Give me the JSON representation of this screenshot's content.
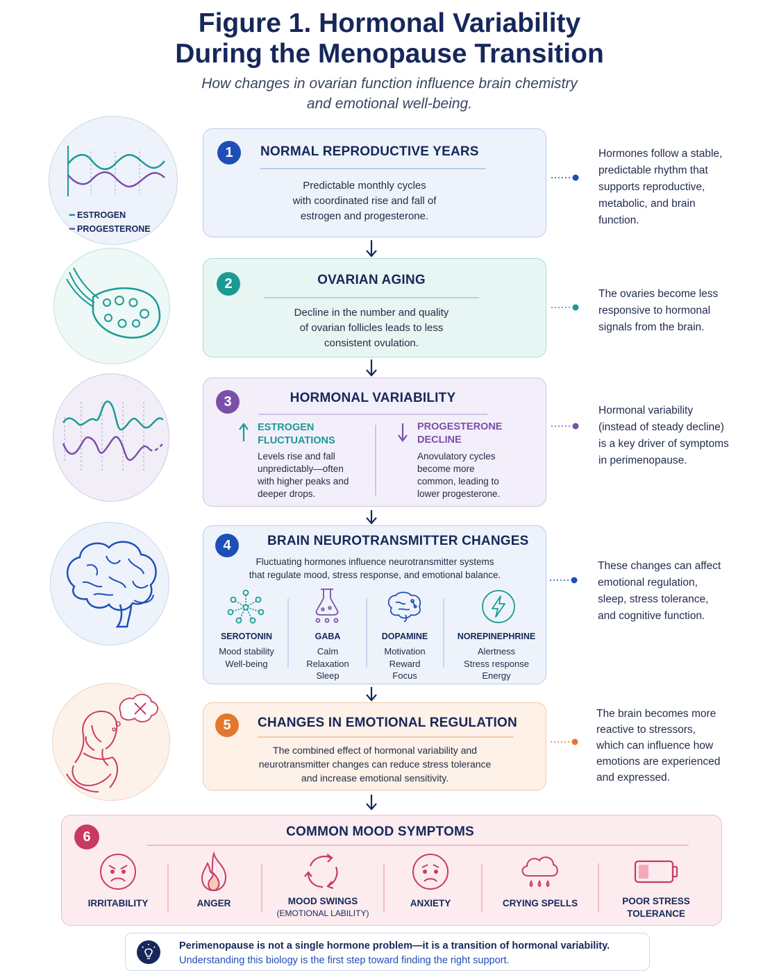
{
  "header": {
    "title_line1": "Figure 1. Hormonal Variability",
    "title_line2": "During the Menopause Transition",
    "subtitle_line1": "How changes in ovarian function influence brain chemistry",
    "subtitle_line2": "and emotional well-being."
  },
  "steps": [
    {
      "number": "1",
      "title": "NORMAL REPRODUCTIVE YEARS",
      "body": [
        "Predictable monthly cycles",
        "with coordinated rise and fall of",
        "estrogen and progesterone."
      ],
      "note": [
        "Hormones follow a stable,",
        "predictable rhythm that",
        "supports reproductive,",
        "metabolic, and brain",
        "function."
      ],
      "legend": [
        "ESTROGEN",
        "PROGESTERONE"
      ],
      "color": "#1e4fb8"
    },
    {
      "number": "2",
      "title": "OVARIAN AGING",
      "body": [
        "Decline in the number and quality",
        "of ovarian follicles leads to less",
        "consistent ovulation."
      ],
      "note": [
        "The ovaries become less",
        "responsive to hormonal",
        "signals from the brain."
      ],
      "color": "#1a9a94"
    },
    {
      "number": "3",
      "title": "HORMONAL VARIABILITY",
      "left_head": [
        "ESTROGEN",
        "FLUCTUATIONS"
      ],
      "left_text": [
        "Levels rise and fall",
        "unpredictably—often",
        "with higher peaks and",
        "deeper drops."
      ],
      "right_head": [
        "PROGESTERONE",
        "DECLINE"
      ],
      "right_text": [
        "Anovulatory cycles",
        "become more",
        "common, leading to",
        "lower progesterone."
      ],
      "note": [
        "Hormonal variability",
        "(instead of steady decline)",
        "is a key driver of symptoms",
        "in perimenopause."
      ],
      "color": "#7b4fa8"
    },
    {
      "number": "4",
      "title": "BRAIN NEUROTRANSMITTER CHANGES",
      "body": [
        "Fluctuating hormones influence neurotransmitter systems",
        "that regulate mood, stress response, and emotional balance."
      ],
      "neurotransmitters": [
        {
          "name": "SEROTONIN",
          "desc": [
            "Mood stability",
            "Well-being"
          ],
          "icon": "molecule-network-icon"
        },
        {
          "name": "GABA",
          "desc": [
            "Calm",
            "Relaxation",
            "Sleep"
          ],
          "icon": "flask-icon"
        },
        {
          "name": "DOPAMINE",
          "desc": [
            "Motivation",
            "Reward",
            "Focus"
          ],
          "icon": "brain-spark-icon"
        },
        {
          "name": "NOREPINEPHRINE",
          "desc": [
            "Alertness",
            "Stress response",
            "Energy"
          ],
          "icon": "lightning-icon"
        }
      ],
      "note": [
        "These changes can affect",
        "emotional regulation,",
        "sleep, stress tolerance,",
        "and cognitive function."
      ],
      "color": "#1e4fb8"
    },
    {
      "number": "5",
      "title": "CHANGES IN EMOTIONAL REGULATION",
      "body": [
        "The combined effect of hormonal variability and",
        "neurotransmitter changes can reduce stress tolerance",
        "and increase emotional sensitivity."
      ],
      "note": [
        "The brain becomes more",
        "reactive to stressors,",
        "which can influence how",
        "emotions are experienced",
        "and expressed."
      ],
      "color": "#e3782d"
    },
    {
      "number": "6",
      "title": "COMMON MOOD SYMPTOMS",
      "symptoms": [
        {
          "label": [
            "IRRITABILITY"
          ],
          "icon": "angry-face-icon"
        },
        {
          "label": [
            "ANGER"
          ],
          "icon": "flame-icon"
        },
        {
          "label": [
            "MOOD SWINGS"
          ],
          "sub": "(EMOTIONAL LABILITY)",
          "icon": "cycle-arrows-icon"
        },
        {
          "label": [
            "ANXIETY"
          ],
          "icon": "worried-face-icon"
        },
        {
          "label": [
            "CRYING SPELLS"
          ],
          "icon": "rain-cloud-icon"
        },
        {
          "label": [
            "POOR STRESS",
            "TOLERANCE"
          ],
          "icon": "low-battery-icon"
        }
      ],
      "color": "#c93a62"
    }
  ],
  "footer": {
    "line1": "Perimenopause is not a single hormone problem—it is a transition of hormonal variability.",
    "line2": "Understanding this biology is the first step toward finding the right support.",
    "icon": "lightbulb-icon"
  },
  "colors": {
    "navy": "#16275a",
    "blue": "#1e4fb8",
    "teal": "#1a9a94",
    "purple": "#7b4fa8",
    "orange": "#e3782d",
    "rose": "#c93a62"
  }
}
